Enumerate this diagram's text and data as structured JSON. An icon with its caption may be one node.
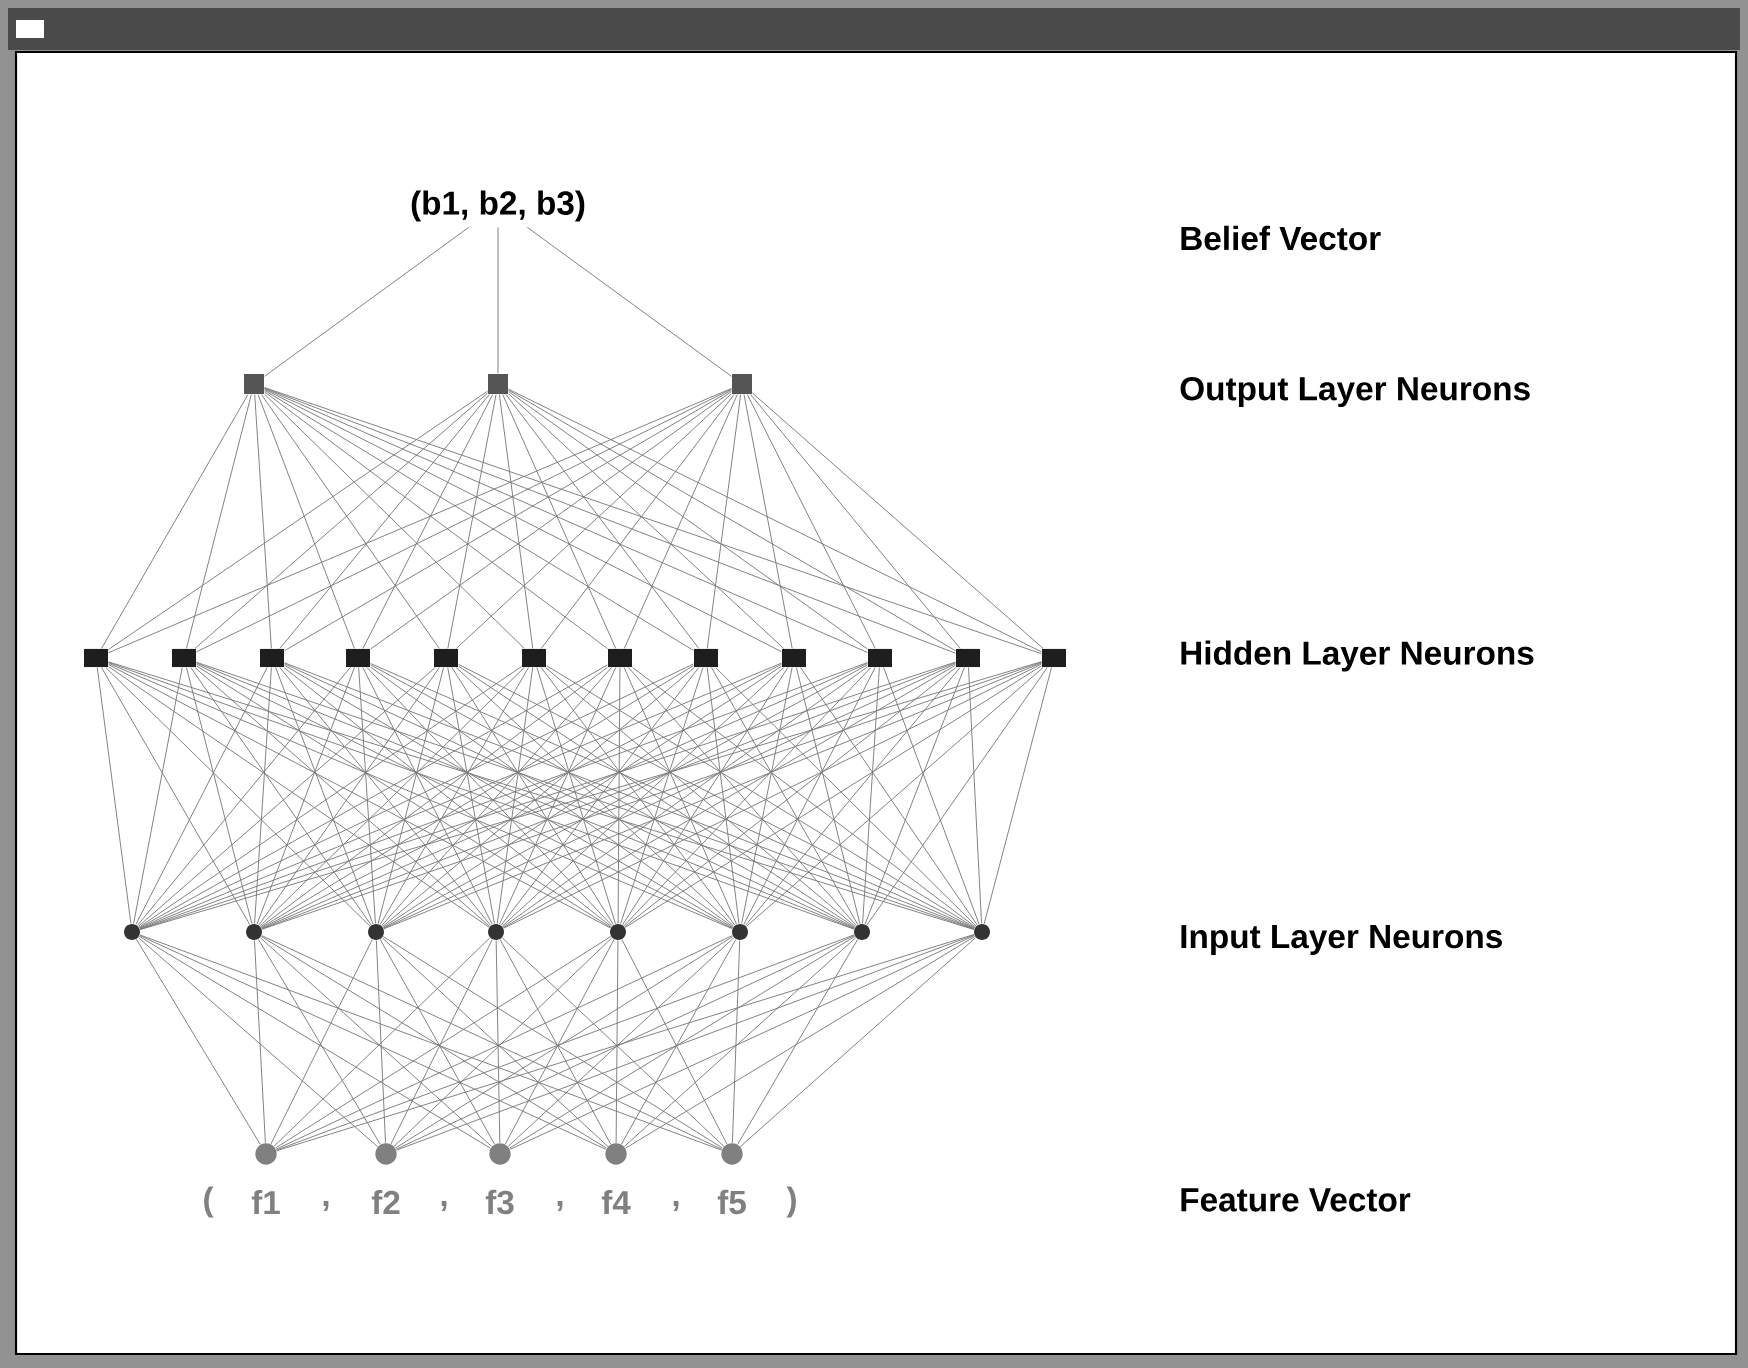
{
  "diagram": {
    "nodes": [
      {
        "text": [
          "(b1, b2, b3)"
        ]
      },
      {
        "text": [],
        "shape": "box"
      },
      {
        "text": [],
        "shape": "box"
      },
      {
        "text": [],
        "shape": "box"
      },
      {
        "text": [],
        "shape": "box"
      },
      {
        "text": [],
        "shape": "box"
      },
      {
        "text": [],
        "shape": "box"
      },
      {
        "text": [],
        "shape": "box"
      },
      {
        "text": [],
        "shape": "box"
      },
      {
        "text": [],
        "shape": "box"
      },
      {
        "text": [],
        "shape": "box"
      },
      {
        "text": [],
        "shape": "box"
      },
      {
        "text": [],
        "shape": "box"
      },
      {
        "text": [],
        "shape": "box"
      },
      {
        "text": [],
        "shape": "box"
      },
      {
        "text": [],
        "shape": "box"
      },
      {
        "text": [],
        "shape": "circle"
      },
      {
        "text": [],
        "shape": "circle"
      },
      {
        "text": [],
        "shape": "circle"
      },
      {
        "text": [],
        "shape": "circle"
      },
      {
        "text": [],
        "shape": "circle"
      },
      {
        "text": [],
        "shape": "circle"
      },
      {
        "text": [],
        "shape": "circle"
      },
      {
        "text": [],
        "shape": "circle"
      },
      {
        "text": [],
        "shape": "circle",
        "beside": [
          "f1"
        ]
      },
      {
        "text": [],
        "shape": "circle",
        "beside": [
          "f2"
        ]
      },
      {
        "text": [],
        "shape": "circle",
        "beside": [
          "f3"
        ]
      },
      {
        "text": [],
        "shape": "circle",
        "beside": [
          "f4"
        ]
      },
      {
        "text": [],
        "shape": "circle",
        "beside": [
          "f5"
        ]
      }
    ],
    "edges": [
      {
        "from": 0,
        "to": 1,
        "arrow": "none"
      },
      {
        "from": 0,
        "to": 2,
        "arrow": "none"
      },
      {
        "from": 0,
        "to": 3,
        "arrow": "none"
      },
      {
        "from": 1,
        "to": 4,
        "arrow": "none"
      },
      {
        "from": 1,
        "to": 5,
        "arrow": "none"
      },
      {
        "from": 1,
        "to": 6,
        "arrow": "none"
      },
      {
        "from": 1,
        "to": 7,
        "arrow": "none"
      },
      {
        "from": 1,
        "to": 8,
        "arrow": "none"
      },
      {
        "from": 1,
        "to": 9,
        "arrow": "none"
      },
      {
        "from": 1,
        "to": 10,
        "arrow": "none"
      },
      {
        "from": 1,
        "to": 11,
        "arrow": "none"
      },
      {
        "from": 1,
        "to": 12,
        "arrow": "none"
      },
      {
        "from": 1,
        "to": 13,
        "arrow": "none"
      },
      {
        "from": 1,
        "to": 14,
        "arrow": "none"
      },
      {
        "from": 1,
        "to": 15,
        "arrow": "none"
      },
      {
        "from": 2,
        "to": 4,
        "arrow": "none"
      },
      {
        "from": 2,
        "to": 5,
        "arrow": "none"
      },
      {
        "from": 2,
        "to": 6,
        "arrow": "none"
      },
      {
        "from": 2,
        "to": 7,
        "arrow": "none"
      },
      {
        "from": 2,
        "to": 8,
        "arrow": "none"
      },
      {
        "from": 2,
        "to": 9,
        "arrow": "none"
      },
      {
        "from": 2,
        "to": 10,
        "arrow": "none"
      },
      {
        "from": 2,
        "to": 11,
        "arrow": "none"
      },
      {
        "from": 2,
        "to": 12,
        "arrow": "none"
      },
      {
        "from": 2,
        "to": 13,
        "arrow": "none"
      },
      {
        "from": 2,
        "to": 14,
        "arrow": "none"
      },
      {
        "from": 2,
        "to": 15,
        "arrow": "none"
      },
      {
        "from": 3,
        "to": 4,
        "arrow": "none"
      },
      {
        "from": 3,
        "to": 5,
        "arrow": "none"
      },
      {
        "from": 3,
        "to": 6,
        "arrow": "none"
      },
      {
        "from": 3,
        "to": 7,
        "arrow": "none"
      },
      {
        "from": 3,
        "to": 8,
        "arrow": "none"
      },
      {
        "from": 3,
        "to": 9,
        "arrow": "none"
      },
      {
        "from": 3,
        "to": 10,
        "arrow": "none"
      },
      {
        "from": 3,
        "to": 11,
        "arrow": "none"
      },
      {
        "from": 3,
        "to": 12,
        "arrow": "none"
      },
      {
        "from": 3,
        "to": 13,
        "arrow": "none"
      },
      {
        "from": 3,
        "to": 14,
        "arrow": "none"
      },
      {
        "from": 3,
        "to": 15,
        "arrow": "none"
      },
      {
        "from": 4,
        "to": 16,
        "arrow": "none"
      },
      {
        "from": 4,
        "to": 17,
        "arrow": "none"
      },
      {
        "from": 4,
        "to": 18,
        "arrow": "none"
      },
      {
        "from": 4,
        "to": 19,
        "arrow": "none"
      },
      {
        "from": 4,
        "to": 20,
        "arrow": "none"
      },
      {
        "from": 4,
        "to": 21,
        "arrow": "none"
      },
      {
        "from": 4,
        "to": 22,
        "arrow": "none"
      },
      {
        "from": 4,
        "to": 23,
        "arrow": "none"
      },
      {
        "from": 5,
        "to": 16,
        "arrow": "none"
      },
      {
        "from": 5,
        "to": 17,
        "arrow": "none"
      },
      {
        "from": 5,
        "to": 18,
        "arrow": "none"
      },
      {
        "from": 5,
        "to": 19,
        "arrow": "none"
      },
      {
        "from": 5,
        "to": 20,
        "arrow": "none"
      },
      {
        "from": 5,
        "to": 21,
        "arrow": "none"
      },
      {
        "from": 5,
        "to": 22,
        "arrow": "none"
      },
      {
        "from": 5,
        "to": 23,
        "arrow": "none"
      },
      {
        "from": 6,
        "to": 16,
        "arrow": "none"
      },
      {
        "from": 6,
        "to": 17,
        "arrow": "none"
      },
      {
        "from": 6,
        "to": 18,
        "arrow": "none"
      },
      {
        "from": 6,
        "to": 19,
        "arrow": "none"
      },
      {
        "from": 6,
        "to": 20,
        "arrow": "none"
      },
      {
        "from": 6,
        "to": 21,
        "arrow": "none"
      },
      {
        "from": 6,
        "to": 22,
        "arrow": "none"
      },
      {
        "from": 6,
        "to": 23,
        "arrow": "none"
      },
      {
        "from": 7,
        "to": 16,
        "arrow": "none"
      },
      {
        "from": 7,
        "to": 17,
        "arrow": "none"
      },
      {
        "from": 7,
        "to": 18,
        "arrow": "none"
      },
      {
        "from": 7,
        "to": 19,
        "arrow": "none"
      },
      {
        "from": 7,
        "to": 20,
        "arrow": "none"
      },
      {
        "from": 7,
        "to": 21,
        "arrow": "none"
      },
      {
        "from": 7,
        "to": 22,
        "arrow": "none"
      },
      {
        "from": 7,
        "to": 23,
        "arrow": "none"
      },
      {
        "from": 8,
        "to": 16,
        "arrow": "none"
      },
      {
        "from": 8,
        "to": 17,
        "arrow": "none"
      },
      {
        "from": 8,
        "to": 18,
        "arrow": "none"
      },
      {
        "from": 8,
        "to": 19,
        "arrow": "none"
      },
      {
        "from": 8,
        "to": 20,
        "arrow": "none"
      },
      {
        "from": 8,
        "to": 21,
        "arrow": "none"
      },
      {
        "from": 8,
        "to": 22,
        "arrow": "none"
      },
      {
        "from": 8,
        "to": 23,
        "arrow": "none"
      },
      {
        "from": 9,
        "to": 16,
        "arrow": "none"
      },
      {
        "from": 9,
        "to": 17,
        "arrow": "none"
      },
      {
        "from": 9,
        "to": 18,
        "arrow": "none"
      },
      {
        "from": 9,
        "to": 19,
        "arrow": "none"
      },
      {
        "from": 9,
        "to": 20,
        "arrow": "none"
      },
      {
        "from": 9,
        "to": 21,
        "arrow": "none"
      },
      {
        "from": 9,
        "to": 22,
        "arrow": "none"
      },
      {
        "from": 9,
        "to": 23,
        "arrow": "none"
      },
      {
        "from": 10,
        "to": 16,
        "arrow": "none"
      },
      {
        "from": 10,
        "to": 17,
        "arrow": "none"
      },
      {
        "from": 10,
        "to": 18,
        "arrow": "none"
      },
      {
        "from": 10,
        "to": 19,
        "arrow": "none"
      },
      {
        "from": 10,
        "to": 20,
        "arrow": "none"
      },
      {
        "from": 10,
        "to": 21,
        "arrow": "none"
      },
      {
        "from": 10,
        "to": 22,
        "arrow": "none"
      },
      {
        "from": 10,
        "to": 23,
        "arrow": "none"
      },
      {
        "from": 11,
        "to": 16,
        "arrow": "none"
      },
      {
        "from": 11,
        "to": 17,
        "arrow": "none"
      },
      {
        "from": 11,
        "to": 18,
        "arrow": "none"
      },
      {
        "from": 11,
        "to": 19,
        "arrow": "none"
      },
      {
        "from": 11,
        "to": 20,
        "arrow": "none"
      },
      {
        "from": 11,
        "to": 21,
        "arrow": "none"
      },
      {
        "from": 11,
        "to": 22,
        "arrow": "none"
      },
      {
        "from": 11,
        "to": 23,
        "arrow": "none"
      },
      {
        "from": 12,
        "to": 16,
        "arrow": "none"
      },
      {
        "from": 12,
        "to": 17,
        "arrow": "none"
      },
      {
        "from": 12,
        "to": 18,
        "arrow": "none"
      },
      {
        "from": 12,
        "to": 19,
        "arrow": "none"
      },
      {
        "from": 12,
        "to": 20,
        "arrow": "none"
      },
      {
        "from": 12,
        "to": 21,
        "arrow": "none"
      },
      {
        "from": 12,
        "to": 22,
        "arrow": "none"
      },
      {
        "from": 12,
        "to": 23,
        "arrow": "none"
      },
      {
        "from": 13,
        "to": 16,
        "arrow": "none"
      },
      {
        "from": 13,
        "to": 17,
        "arrow": "none"
      },
      {
        "from": 13,
        "to": 18,
        "arrow": "none"
      },
      {
        "from": 13,
        "to": 19,
        "arrow": "none"
      },
      {
        "from": 13,
        "to": 20,
        "arrow": "none"
      },
      {
        "from": 13,
        "to": 21,
        "arrow": "none"
      },
      {
        "from": 13,
        "to": 22,
        "arrow": "none"
      },
      {
        "from": 13,
        "to": 23,
        "arrow": "none"
      },
      {
        "from": 14,
        "to": 16,
        "arrow": "none"
      },
      {
        "from": 14,
        "to": 17,
        "arrow": "none"
      },
      {
        "from": 14,
        "to": 18,
        "arrow": "none"
      },
      {
        "from": 14,
        "to": 19,
        "arrow": "none"
      },
      {
        "from": 14,
        "to": 20,
        "arrow": "none"
      },
      {
        "from": 14,
        "to": 21,
        "arrow": "none"
      },
      {
        "from": 14,
        "to": 22,
        "arrow": "none"
      },
      {
        "from": 14,
        "to": 23,
        "arrow": "none"
      },
      {
        "from": 15,
        "to": 16,
        "arrow": "none"
      },
      {
        "from": 15,
        "to": 17,
        "arrow": "none"
      },
      {
        "from": 15,
        "to": 18,
        "arrow": "none"
      },
      {
        "from": 15,
        "to": 19,
        "arrow": "none"
      },
      {
        "from": 15,
        "to": 20,
        "arrow": "none"
      },
      {
        "from": 15,
        "to": 21,
        "arrow": "none"
      },
      {
        "from": 15,
        "to": 22,
        "arrow": "none"
      },
      {
        "from": 15,
        "to": 23,
        "arrow": "none"
      },
      {
        "from": 16,
        "to": 24,
        "arrow": "none"
      },
      {
        "from": 16,
        "to": 25,
        "arrow": "none"
      },
      {
        "from": 16,
        "to": 26,
        "arrow": "none"
      },
      {
        "from": 16,
        "to": 27,
        "arrow": "none"
      },
      {
        "from": 16,
        "to": 28,
        "arrow": "none"
      },
      {
        "from": 17,
        "to": 24,
        "arrow": "none"
      },
      {
        "from": 17,
        "to": 25,
        "arrow": "none"
      },
      {
        "from": 17,
        "to": 26,
        "arrow": "none"
      },
      {
        "from": 17,
        "to": 27,
        "arrow": "none"
      },
      {
        "from": 17,
        "to": 28,
        "arrow": "none"
      },
      {
        "from": 18,
        "to": 24,
        "arrow": "none"
      },
      {
        "from": 18,
        "to": 25,
        "arrow": "none"
      },
      {
        "from": 18,
        "to": 26,
        "arrow": "none"
      },
      {
        "from": 18,
        "to": 27,
        "arrow": "none"
      },
      {
        "from": 18,
        "to": 28,
        "arrow": "none"
      },
      {
        "from": 19,
        "to": 24,
        "arrow": "none"
      },
      {
        "from": 19,
        "to": 25,
        "arrow": "none"
      },
      {
        "from": 19,
        "to": 26,
        "arrow": "none"
      },
      {
        "from": 19,
        "to": 27,
        "arrow": "none"
      },
      {
        "from": 19,
        "to": 28,
        "arrow": "none"
      },
      {
        "from": 20,
        "to": 24,
        "arrow": "none"
      },
      {
        "from": 20,
        "to": 25,
        "arrow": "none"
      },
      {
        "from": 20,
        "to": 26,
        "arrow": "none"
      },
      {
        "from": 20,
        "to": 27,
        "arrow": "none"
      },
      {
        "from": 20,
        "to": 28,
        "arrow": "none"
      },
      {
        "from": 21,
        "to": 24,
        "arrow": "none"
      },
      {
        "from": 21,
        "to": 25,
        "arrow": "none"
      },
      {
        "from": 21,
        "to": 26,
        "arrow": "none"
      },
      {
        "from": 21,
        "to": 27,
        "arrow": "none"
      },
      {
        "from": 21,
        "to": 28,
        "arrow": "none"
      },
      {
        "from": 22,
        "to": 24,
        "arrow": "none"
      },
      {
        "from": 22,
        "to": 25,
        "arrow": "none"
      },
      {
        "from": 22,
        "to": 26,
        "arrow": "none"
      },
      {
        "from": 22,
        "to": 27,
        "arrow": "none"
      },
      {
        "from": 22,
        "to": 28,
        "arrow": "none"
      },
      {
        "from": 23,
        "to": 24,
        "arrow": "none"
      },
      {
        "from": 23,
        "to": 25,
        "arrow": "none"
      },
      {
        "from": 23,
        "to": 26,
        "arrow": "none"
      },
      {
        "from": 23,
        "to": 27,
        "arrow": "none"
      },
      {
        "from": 23,
        "to": 28,
        "arrow": "none"
      }
    ],
    "labels": [
      "Belief Vector",
      "Output Layer Neurons",
      "Hidden Layer Neurons",
      "Input Layer Neurons",
      "(",
      ",",
      ",",
      ",",
      ",",
      ")",
      "Feature Vector"
    ]
  }
}
